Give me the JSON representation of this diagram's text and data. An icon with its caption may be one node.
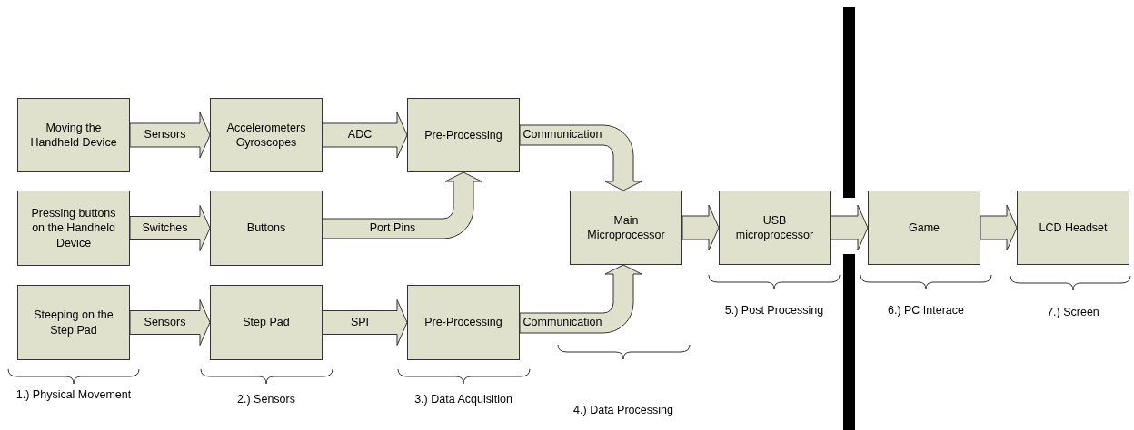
{
  "diagram": {
    "nodes": [
      {
        "text": [
          "Moving the Handheld Device"
        ]
      },
      {
        "text": [
          "Pressing buttons on the Handheld Device"
        ]
      },
      {
        "text": [
          "Steeping on the Step Pad"
        ]
      },
      {
        "text": [
          "Accelerometers Gyroscopes"
        ]
      },
      {
        "text": [
          "Buttons"
        ]
      },
      {
        "text": [
          "Step Pad"
        ]
      },
      {
        "text": [
          "Pre-Processing"
        ]
      },
      {
        "text": [
          "Pre-Processing"
        ]
      },
      {
        "text": [
          "Main Microprocessor"
        ]
      },
      {
        "text": [
          "USB microprocessor"
        ]
      },
      {
        "text": [
          "Game"
        ]
      },
      {
        "text": [
          "LCD Headset"
        ]
      }
    ],
    "edges": [
      {
        "from": 0,
        "to": 3,
        "arrow": "to",
        "label": "Sensors"
      },
      {
        "from": 3,
        "to": 6,
        "arrow": "to",
        "label": "ADC"
      },
      {
        "from": 1,
        "to": 4,
        "arrow": "to",
        "label": "Switches"
      },
      {
        "from": 4,
        "to": 6,
        "arrow": "to",
        "label": "Port Pins"
      },
      {
        "from": 2,
        "to": 5,
        "arrow": "to",
        "label": "Sensors"
      },
      {
        "from": 5,
        "to": 7,
        "arrow": "to",
        "label": "SPI"
      },
      {
        "from": 6,
        "to": 8,
        "arrow": "to",
        "label": "Communication"
      },
      {
        "from": 7,
        "to": 8,
        "arrow": "to",
        "label": "Communication"
      },
      {
        "from": 8,
        "to": 9,
        "arrow": "to"
      },
      {
        "from": 9,
        "to": 10,
        "arrow": "to"
      },
      {
        "from": 10,
        "to": 11,
        "arrow": "to"
      }
    ],
    "labels": [
      "1.) Physical Movement",
      "2.) Sensors",
      "3.) Data Acquisition",
      "4.) Data Processing",
      "5.) Post Processing",
      "6.) PC Interace",
      "7.) Screen"
    ]
  }
}
